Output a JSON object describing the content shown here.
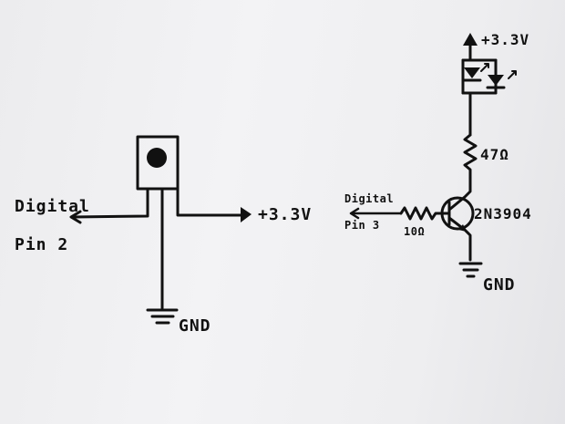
{
  "left_circuit": {
    "output_label_line1": "Digital",
    "output_label_line2": "Pin 2",
    "supply_label": "+3.3V",
    "ground_label": "GND"
  },
  "right_circuit": {
    "supply_label": "+3.3V",
    "resistor_label": "47Ω",
    "input_label_line1": "Digital",
    "input_label_line2": "Pin 3",
    "base_resistor_label": "10Ω",
    "transistor_label": "2N3904",
    "ground_label": "GND"
  }
}
